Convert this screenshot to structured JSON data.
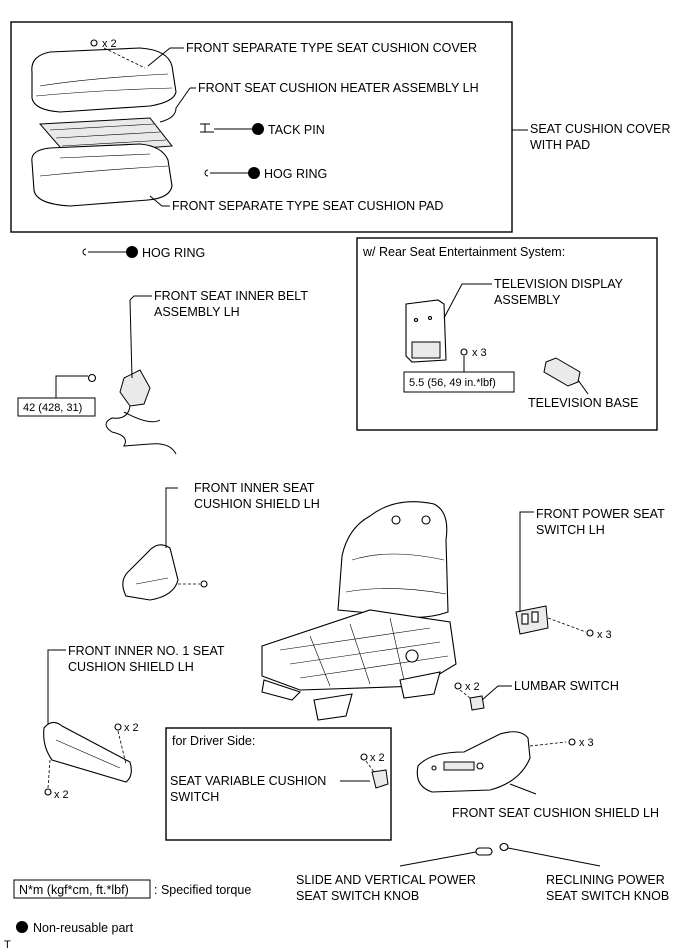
{
  "labels": {
    "cushion_cover": "FRONT SEPARATE TYPE SEAT CUSHION COVER",
    "heater": "FRONT SEAT CUSHION HEATER ASSEMBLY LH",
    "tack_pin": "TACK PIN",
    "hog_ring_top": "HOG RING",
    "cushion_pad": "FRONT SEPARATE TYPE SEAT CUSHION PAD",
    "cover_with_pad_1": "SEAT CUSHION COVER",
    "cover_with_pad_2": "WITH PAD",
    "hog_ring_mid": "HOG RING",
    "inner_belt_1": "FRONT SEAT INNER BELT",
    "inner_belt_2": "ASSEMBLY LH",
    "rse_title": "w/ Rear Seat Entertainment System:",
    "tv_display_1": "TELEVISION DISPLAY",
    "tv_display_2": "ASSEMBLY",
    "tv_base": "TELEVISION BASE",
    "inner_shield_1": "FRONT INNER SEAT",
    "inner_shield_2": "CUSHION SHIELD LH",
    "power_switch_1": "FRONT POWER SEAT",
    "power_switch_2": "SWITCH LH",
    "inner_no1_1": "FRONT INNER NO. 1 SEAT",
    "inner_no1_2": "CUSHION SHIELD LH",
    "lumbar": "LUMBAR SWITCH",
    "driver_title": "for Driver Side:",
    "variable_1": "SEAT VARIABLE CUSHION",
    "variable_2": "SWITCH",
    "cushion_shield": "FRONT SEAT CUSHION SHIELD LH",
    "slide_knob_1": "SLIDE AND VERTICAL POWER",
    "slide_knob_2": "SEAT SWITCH KNOB",
    "recline_knob_1": "RECLINING POWER",
    "recline_knob_2": "SEAT SWITCH KNOB"
  },
  "quantities": {
    "cover_clips": "x 2",
    "tv_nuts": "x 3",
    "power_switch_screws": "x 3",
    "lumbar_screws": "x 2",
    "inner_no1_screws_top": "x 2",
    "inner_no1_screws_bottom": "x 2",
    "variable_screws": "x 2",
    "shield_screws": "x 3"
  },
  "torques": {
    "belt": "42 (428, 31)",
    "tv": "5.5 (56, 49 in.*lbf)"
  },
  "legend": {
    "torque_box": "N*m (kgf*cm, ft.*lbf)",
    "torque_text": ": Specified torque",
    "nonreusable": "Non-reusable part",
    "corner_mark": "T"
  }
}
